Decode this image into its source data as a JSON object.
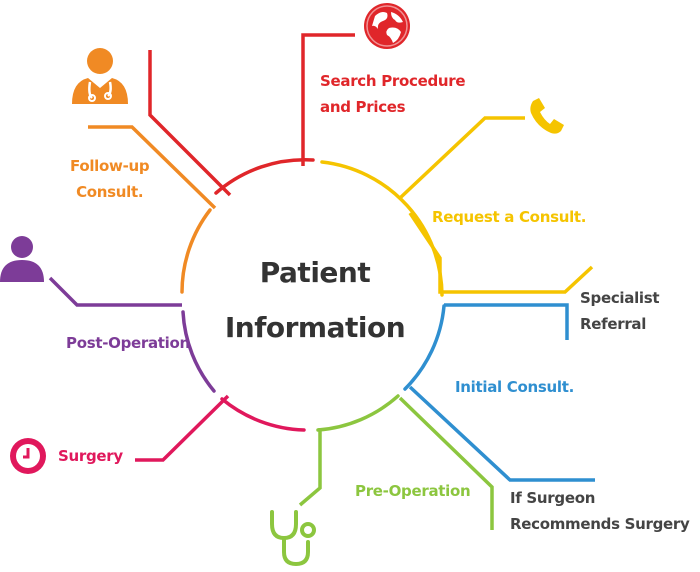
{
  "center": {
    "line1": "Patient",
    "line2": "Information"
  },
  "nodes": {
    "search": {
      "line1": "Search Procedure",
      "line2": "and Prices",
      "color": "#e0262a",
      "icon": "globe-icon"
    },
    "request": {
      "line1": "Request a Consult.",
      "color": "#f5c400",
      "icon": "phone-icon"
    },
    "specialist": {
      "line1": "Specialist",
      "line2": "Referral",
      "color": "#444444"
    },
    "initial": {
      "line1": "Initial Consult.",
      "color": "#2f8fd0"
    },
    "surgeon": {
      "line1": "If Surgeon",
      "line2": "Recommends Surgery",
      "color": "#444444"
    },
    "preop": {
      "line1": "Pre-Operation",
      "color": "#8cc63f",
      "icon": "stethoscope-icon"
    },
    "surgery": {
      "line1": "Surgery",
      "color": "#e0185c",
      "icon": "clock-icon"
    },
    "postop": {
      "line1": "Post-Operation",
      "color": "#7d3c98",
      "icon": "user-icon"
    },
    "followup": {
      "line1": "Follow-up",
      "line2": "Consult.",
      "color": "#f08a24",
      "icon": "doctor-icon"
    }
  }
}
